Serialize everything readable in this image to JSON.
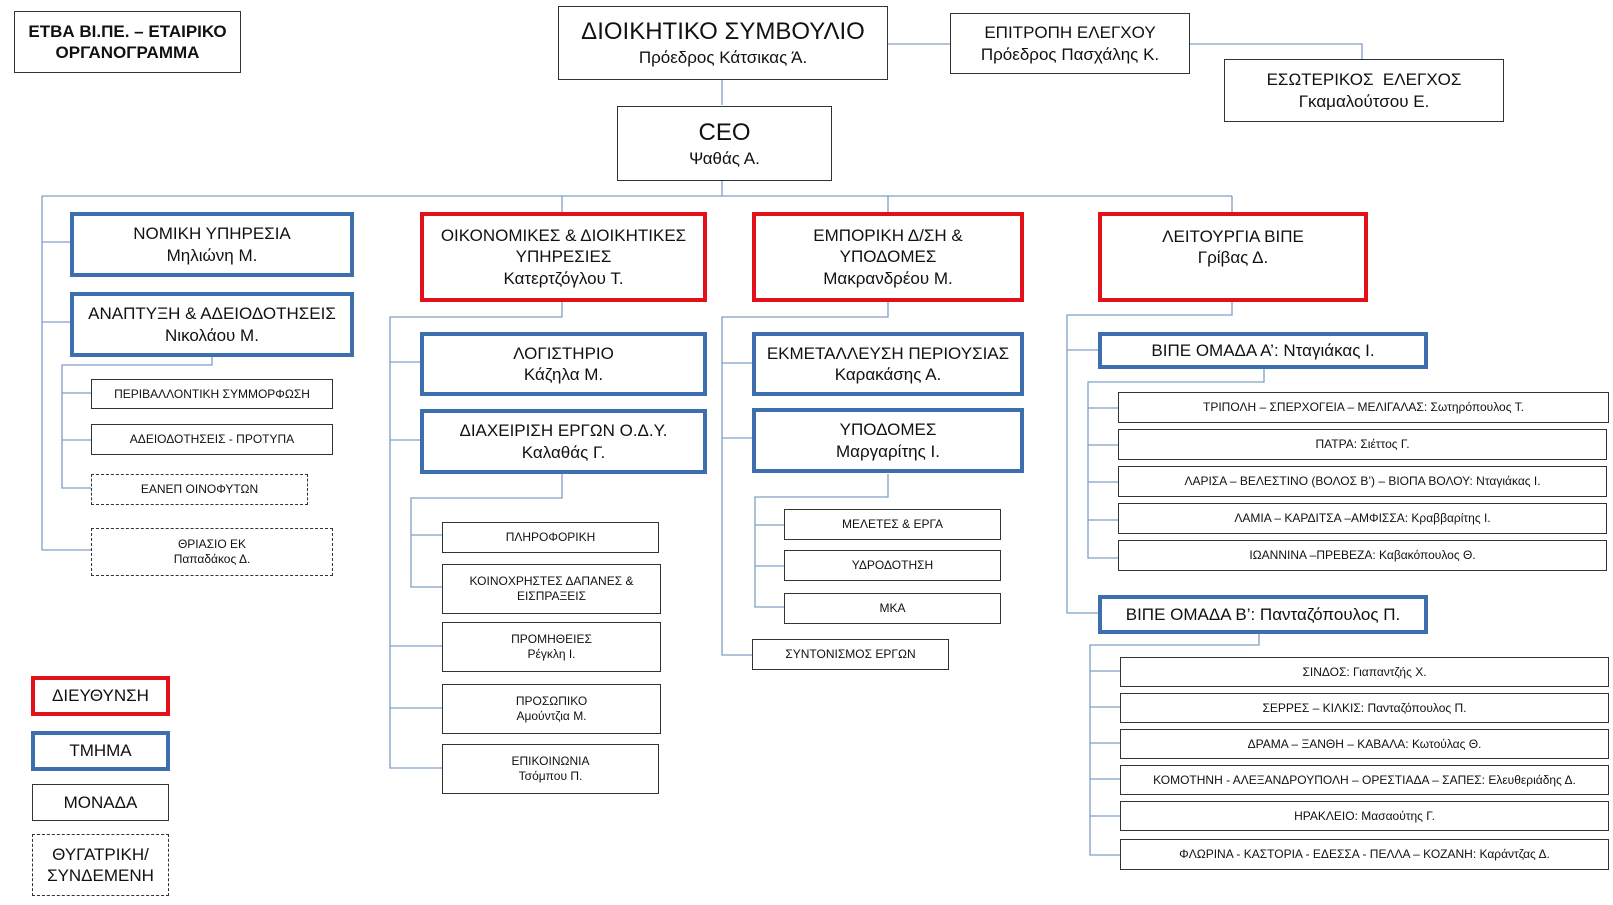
{
  "header": {
    "title_line1": "ΕΤΒΑ ΒΙ.ΠΕ. – ΕΤΑΙΡΙΚΟ",
    "title_line2": "ΟΡΓΑΝΟΓΡΑΜΜΑ"
  },
  "board": {
    "title": "ΔΙΟΙΚΗΤΙΚΟ ΣΥΜΒΟΥΛΙΟ",
    "person": "Πρόεδρος Κάτσικας Ά."
  },
  "audit_committee": {
    "title": "ΕΠΙΤΡΟΠΗ ΕΛΕΓΧΟΥ",
    "person": "Πρόεδρος Πασχάλης Κ."
  },
  "internal_audit": {
    "title": "ΕΣΩΤΕΡΙΚΟΣ  ΕΛΕΓΧΟΣ",
    "person": "Γκαμαλούτσου Ε."
  },
  "ceo": {
    "title": "CEO",
    "person": "Ψαθάς Α."
  },
  "legal": {
    "title": "ΝΟΜΙΚΗ ΥΠΗΡΕΣΙΑ",
    "person": "Μηλιώνη Μ."
  },
  "development": {
    "title": "ΑΝΑΠΤΥΞΗ & ΑΔΕΙΟΔΟΤΗΣΕΙΣ",
    "person": "Νικολάου Μ.",
    "units": [
      {
        "label": "ΠΕΡΙΒΑΛΛΟΝΤΙΚΗ ΣΥΜΜΟΡΦΩΣΗ"
      },
      {
        "label": "ΑΔΕΙΟΔΟΤΗΣΕΙΣ - ΠΡΟΤΥΠΑ"
      }
    ],
    "affiliates": [
      {
        "label": "ΕΑΝΕΠ ΟΙΝΟΦΥΤΩΝ"
      },
      {
        "label": "ΘΡΙΑΣΙΟ ΕΚ",
        "person": "Παπαδάκος Δ."
      }
    ]
  },
  "finance": {
    "title_line1": "ΟΙΚΟΝΟΜΙΚΕΣ & ΔΙΟΙΚΗΤΙΚΕΣ",
    "title_line2": "ΥΠΗΡΕΣΙΕΣ",
    "person": "Κατερτζόγλου Τ.",
    "accounting": {
      "title": "ΛΟΓΙΣΤΗΡΙΟ",
      "person": "Κάζηλα Μ."
    },
    "projects": {
      "title": "ΔΙΑΧΕΙΡΙΣΗ ΕΡΓΩΝ Ο.Δ.Υ.",
      "person": "Καλαθάς Γ."
    },
    "units": [
      {
        "line1": "ΠΛΗΡΟΦΟΡΙΚΗ",
        "line2": ""
      },
      {
        "line1": "ΚΟΙΝΟΧΡΗΣΤΕΣ ΔΑΠΑΝΕΣ &",
        "line2": "ΕΙΣΠΡΑΞΕΙΣ"
      },
      {
        "line1": "ΠΡΟΜΗΘΕΙΕΣ",
        "line2": "Ρέγκλη Ι."
      },
      {
        "line1": "ΠΡΟΣΩΠΙΚΟ",
        "line2": "Αμούντζια Μ."
      },
      {
        "line1": "ΕΠΙΚΟΙΝΩΝΙΑ",
        "line2": "Τσόμπου Π."
      }
    ]
  },
  "commercial": {
    "title_line1": "ΕΜΠΟΡΙΚΗ Δ/ΣΗ &",
    "title_line2": "ΥΠΟΔΟΜΕΣ",
    "person": "Μακρανδρέου Μ.",
    "property": {
      "title": "ΕΚΜΕΤΑΛΛΕΥΣΗ ΠΕΡΙΟΥΣΙΑΣ",
      "person": "Καρακάσης Α."
    },
    "infra": {
      "title": "ΥΠΟΔΟΜΕΣ",
      "person": "Μαργαρίτης Ι."
    },
    "units": [
      {
        "label": "ΜΕΛΕΤΕΣ & ΕΡΓΑ"
      },
      {
        "label": "ΥΔΡΟΔΟΤΗΣΗ"
      },
      {
        "label": "ΜΚΑ"
      }
    ],
    "coordination": {
      "label": "ΣΥΝΤΟΝΙΣΜΟΣ ΕΡΓΩΝ"
    }
  },
  "operations": {
    "title": "ΛΕΙΤΟΥΡΓΙΑ ΒΙΠΕ",
    "person": "Γρίβας Δ.",
    "group_a": {
      "title": "ΒΙΠΕ ΟΜΑΔΑ Α’: Νταγιάκας Ι.",
      "sites": [
        {
          "label": "ΤΡΙΠΟΛΗ – ΣΠΕΡΧΟΓΕΙΑ – ΜΕΛΙΓΑΛΑΣ: Σωτηρόπουλος Τ."
        },
        {
          "label": "ΠΑΤΡΑ: Σιέττος Γ."
        },
        {
          "label": "ΛΑΡΙΣΑ  – ΒΕΛΕΣΤΙΝΟ (ΒΟΛΟΣ Β’)  – ΒΙΟΠΑ ΒΟΛΟΥ: Νταγιάκας Ι."
        },
        {
          "label": "ΛΑΜΙΑ – ΚΑΡΔΙΤΣΑ –ΑΜΦΙΣΣΑ: Κραββαρίτης Ι."
        },
        {
          "label": "ΙΩΑΝΝΙΝΑ –ΠΡΕΒΕΖΑ: Καβακόπουλος Θ."
        }
      ]
    },
    "group_b": {
      "title": "ΒΙΠΕ ΟΜΑΔΑ Β’: Πανταζόπουλος Π.",
      "sites": [
        {
          "label": "ΣΙΝΔΟΣ: Γιαπαντζής Χ."
        },
        {
          "label": "ΣΕΡΡΕΣ – ΚΙΛΚΙΣ: Πανταζόπουλος Π."
        },
        {
          "label": "ΔΡΑΜΑ – ΞΑΝΘΗ – ΚΑΒΑΛΑ: Κωτούλας Θ."
        },
        {
          "label": "ΚΟΜΟΤΗΝΗ - ΑΛΕΞΑΝΔΡΟΥΠΟΛΗ – ΟΡΕΣΤΙΑΔΑ – ΣΑΠΕΣ: Ελευθεριάδης Δ."
        },
        {
          "label": "ΗΡΑΚΛΕΙΟ: Μασαούτης Γ."
        },
        {
          "label": "ΦΛΩΡΙΝΑ - ΚΑΣΤΟΡΙΑ - ΕΔΕΣΣΑ - ΠΕΛΛΑ – ΚΟΖΑΝΗ: Καράντζας Δ."
        }
      ]
    }
  },
  "legend": {
    "directorate": "ΔΙΕΥΘΥΝΣΗ",
    "department": "ΤΜΗΜΑ",
    "unit": "ΜΟΝΑΔΑ",
    "affiliate_line1": "ΘΥΓΑΤΡΙΚΗ/",
    "affiliate_line2": "ΣΥΝΔΕΜΕΝΗ"
  },
  "colors": {
    "directorate_border": "#e3101a",
    "department_border": "#3d6fae",
    "connector": "#7f9fc4"
  }
}
